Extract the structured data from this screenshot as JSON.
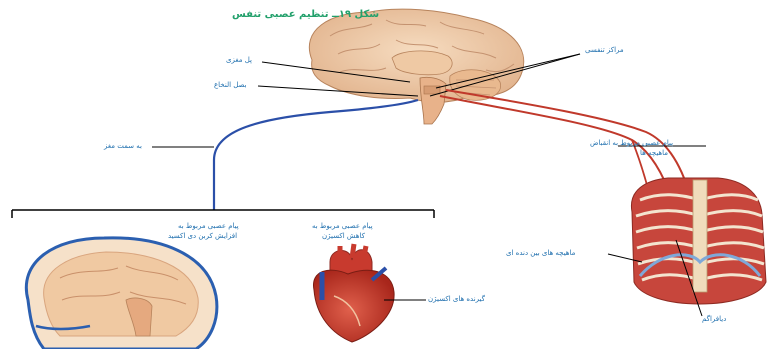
{
  "figure": {
    "title": "شکل ۱۹ــ تنظیم عصبی تنفس"
  },
  "labels": {
    "respiratory_centers": "مراکز تنفسی",
    "pons": "پل مغزی",
    "medulla": "بصل النخاع",
    "to_brain": "به سمت مغز",
    "contraction_message_line1": "پیام عصبی مربوط به انقباض",
    "contraction_message_line2": "ماهیچه ها",
    "co2_message_line1": "پیام عصبی مربوط به",
    "co2_message_line2": "افزایش کربن دی اکسید",
    "o2_message_line1": "پیام عصبی مربوط به",
    "o2_message_line2": "کاهش اکسیژن",
    "oxygen_receptors": "گیرنده های اکسیژن",
    "intercostal_muscles": "ماهیچه های بین دنده ای",
    "diaphragm": "دیافراگم"
  },
  "colors": {
    "afferent_pathway": "#2b4fa8",
    "efferent_pathway": "#c0392b",
    "leader_line": "#000000",
    "label_text": "#1f6fae",
    "title_text": "#22a06b"
  }
}
